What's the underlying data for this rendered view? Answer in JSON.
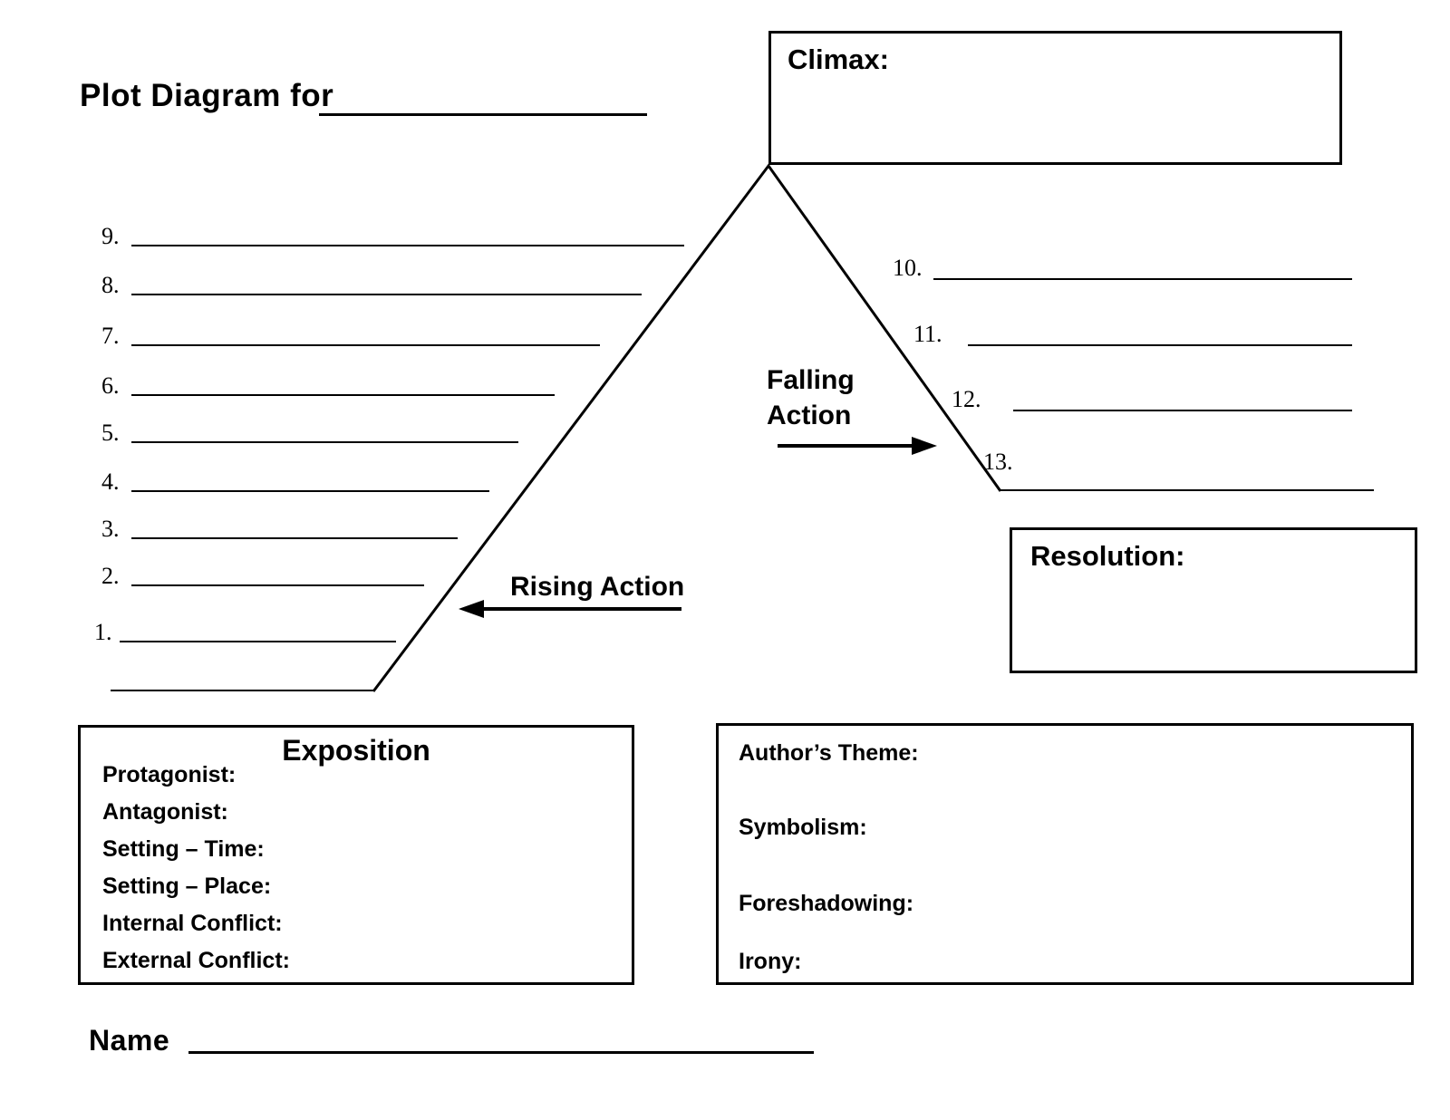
{
  "title": {
    "label": "Plot Diagram for"
  },
  "climax": {
    "label": "Climax:"
  },
  "rising_action": {
    "label": "Rising Action"
  },
  "falling_action": {
    "label": "Falling Action"
  },
  "resolution": {
    "label": "Resolution:"
  },
  "exposition": {
    "title": "Exposition",
    "fields": [
      "Protagonist:",
      "Antagonist:",
      "Setting – Time:",
      "Setting – Place:",
      "Internal Conflict:",
      "External Conflict:"
    ]
  },
  "theme": {
    "fields": [
      "Author’s Theme:",
      "Symbolism:",
      "Foreshadowing:",
      "Irony:"
    ]
  },
  "plot_points": {
    "rising": [
      "1.",
      "2.",
      "3.",
      "4.",
      "5.",
      "6.",
      "7.",
      "8.",
      "9."
    ],
    "falling": [
      "10.",
      "11.",
      "12.",
      "13."
    ]
  },
  "name": {
    "label": "Name"
  },
  "colors": {
    "ink": "#000000",
    "background": "#ffffff"
  }
}
